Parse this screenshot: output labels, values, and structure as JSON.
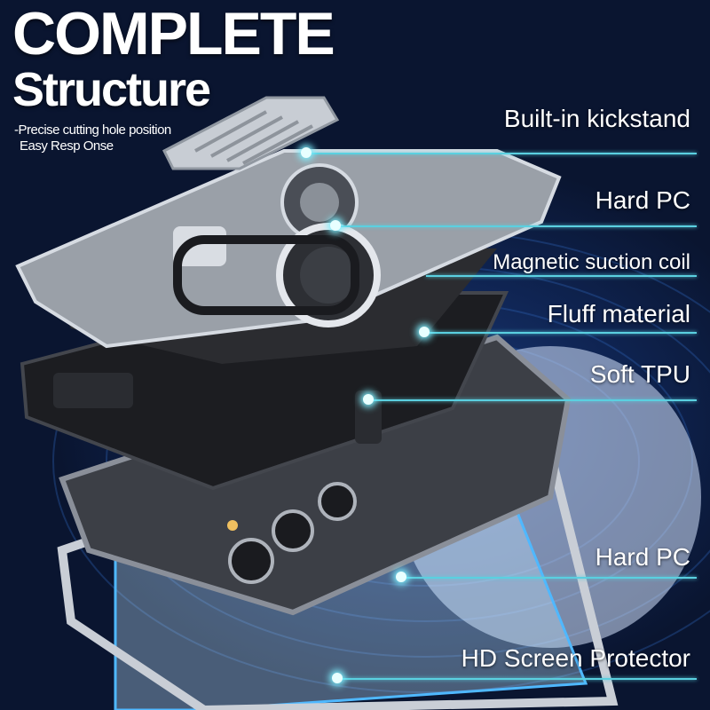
{
  "headline": {
    "line1": "COMPLETE",
    "line2": "Structure"
  },
  "subtitle": {
    "line1": "-Precise cutting hole position",
    "line2": "Easy Resp Onse"
  },
  "callouts": [
    {
      "label": "Built-in kickstand"
    },
    {
      "label": "Hard PC"
    },
    {
      "label": "Magnetic suction coil"
    },
    {
      "label": "Fluff material"
    },
    {
      "label": "Soft TPU"
    },
    {
      "label": "Hard PC"
    },
    {
      "label": "HD Screen Protector"
    }
  ],
  "colors": {
    "background": "#0a1530",
    "accent_line": "#5ad0e0",
    "text": "#ffffff"
  }
}
